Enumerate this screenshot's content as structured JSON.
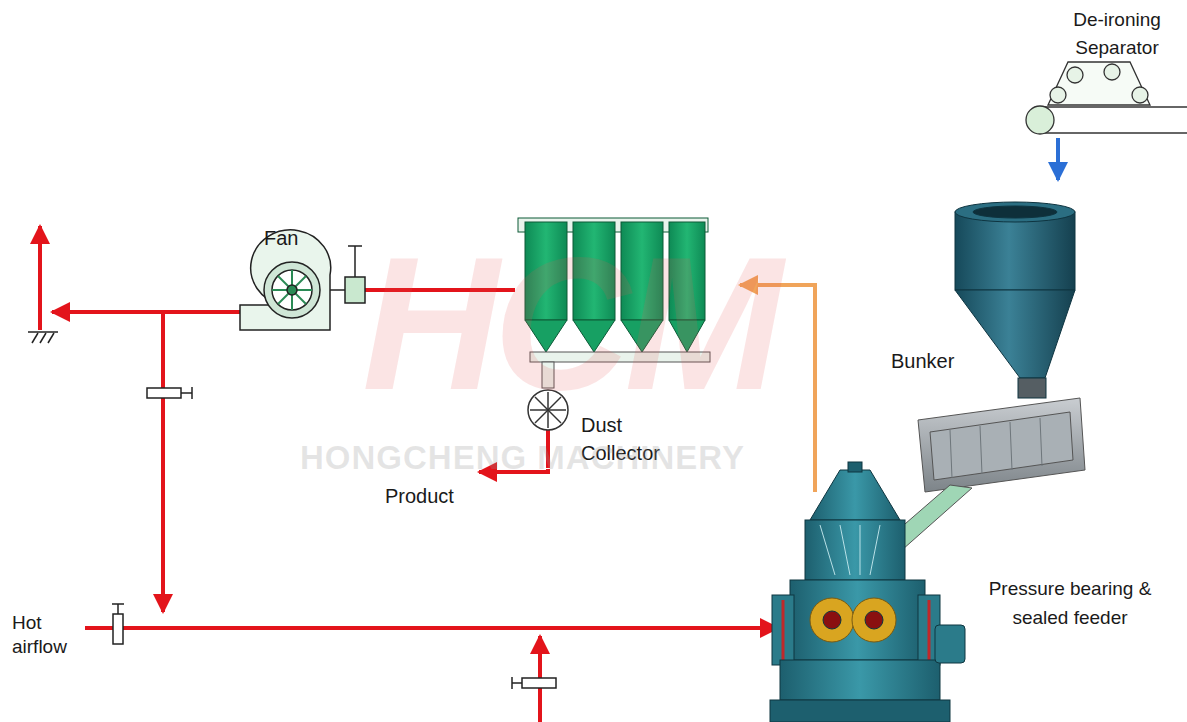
{
  "diagram": {
    "nodes": [
      {
        "text": [
          "De-ironing Separator"
        ]
      },
      {
        "text": [
          "Bunker"
        ]
      },
      {
        "text": [
          "Pressure bearing & sealed feeder"
        ]
      },
      {
        "text": [
          "Dust Collector"
        ]
      },
      {
        "text": [
          "Fan"
        ]
      },
      {
        "text": [
          "Product"
        ]
      }
    ],
    "edges": [
      {
        "from": 0,
        "to": 1,
        "arrow": "to"
      },
      {
        "from": 3,
        "to": 4,
        "arrow": "none"
      },
      {
        "from": 3,
        "to": 5,
        "arrow": "to"
      }
    ],
    "labels": [
      "HCM",
      "HONGCHENG MACHINERY",
      "Hot airflow"
    ]
  }
}
